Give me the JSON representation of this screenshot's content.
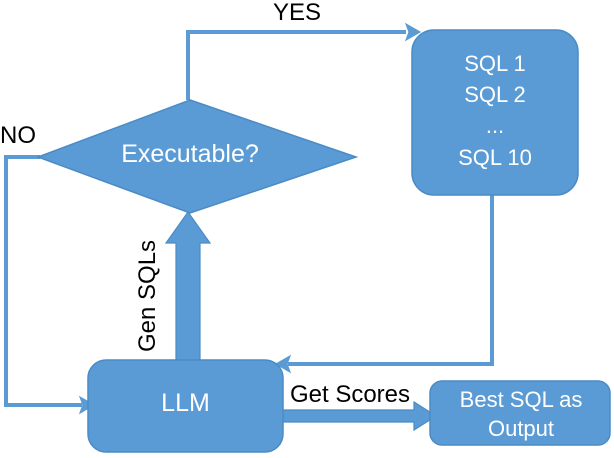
{
  "diagram": {
    "title": "LLM SQL generation and selection flowchart",
    "colors": {
      "node_fill": "#5B9BD5",
      "node_stroke": "#4A8BC6",
      "connector": "#5B9BD5",
      "node_text": "#FFFFFF",
      "edge_text": "#000000",
      "background": "#FFFFFF"
    },
    "nodes": [
      {
        "id": "sql-list",
        "shape": "rounded-rectangle",
        "label": "SQL 1\nSQL 2\n...\nSQL 10",
        "lines": [
          "SQL 1",
          "SQL 2",
          "...",
          "SQL 10"
        ]
      },
      {
        "id": "executable-decision",
        "shape": "diamond",
        "label": "Executable?"
      },
      {
        "id": "llm",
        "shape": "rounded-rectangle",
        "label": "LLM"
      },
      {
        "id": "best-sql-output",
        "shape": "rounded-rectangle",
        "label": "Best SQL as\nOutput",
        "lines": [
          "Best SQL as",
          "Output"
        ]
      }
    ],
    "edges": [
      {
        "id": "yes-edge",
        "label": "YES",
        "from": "executable-decision",
        "to": "sql-list",
        "style": "thin-arrow"
      },
      {
        "id": "no-edge",
        "label": "NO",
        "from": "executable-decision",
        "to": "llm",
        "style": "thin-arrow"
      },
      {
        "id": "gen-sqls-edge",
        "label": "Gen SQLs",
        "from": "llm",
        "to": "executable-decision",
        "style": "block-arrow"
      },
      {
        "id": "get-scores-edge",
        "label": "Get Scores",
        "from": "llm",
        "to": "best-sql-output",
        "style": "block-arrow"
      },
      {
        "id": "sql-list-to-llm-edge",
        "label": "",
        "from": "sql-list",
        "to": "llm",
        "style": "thin-arrow"
      }
    ]
  }
}
